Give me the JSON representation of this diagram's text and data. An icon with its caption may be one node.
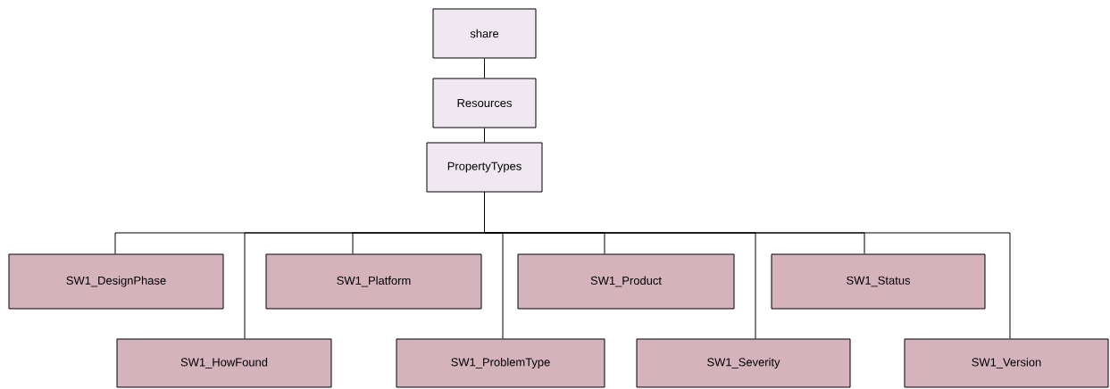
{
  "diagram": {
    "nodes": [
      {
        "text": [
          "share"
        ]
      },
      {
        "text": [
          "Resources"
        ]
      },
      {
        "text": [
          "PropertyTypes"
        ]
      },
      {
        "text": [
          "SW1_DesignPhase"
        ]
      },
      {
        "text": [
          "SW1_HowFound"
        ]
      },
      {
        "text": [
          "SW1_Platform"
        ]
      },
      {
        "text": [
          "SW1_ProblemType"
        ]
      },
      {
        "text": [
          "SW1_Product"
        ]
      },
      {
        "text": [
          "SW1_Severity"
        ]
      },
      {
        "text": [
          "SW1_Status"
        ]
      },
      {
        "text": [
          "SW1_Version"
        ]
      }
    ],
    "edges": [
      {
        "from": 0,
        "to": 1,
        "arrow": "none"
      },
      {
        "from": 1,
        "to": 2,
        "arrow": "none"
      },
      {
        "from": 2,
        "to": 3,
        "arrow": "none"
      },
      {
        "from": 2,
        "to": 4,
        "arrow": "none"
      },
      {
        "from": 2,
        "to": 5,
        "arrow": "none"
      },
      {
        "from": 2,
        "to": 6,
        "arrow": "none"
      },
      {
        "from": 2,
        "to": 7,
        "arrow": "none"
      },
      {
        "from": 2,
        "to": 8,
        "arrow": "none"
      },
      {
        "from": 2,
        "to": 9,
        "arrow": "none"
      },
      {
        "from": 2,
        "to": 10,
        "arrow": "none"
      }
    ]
  }
}
